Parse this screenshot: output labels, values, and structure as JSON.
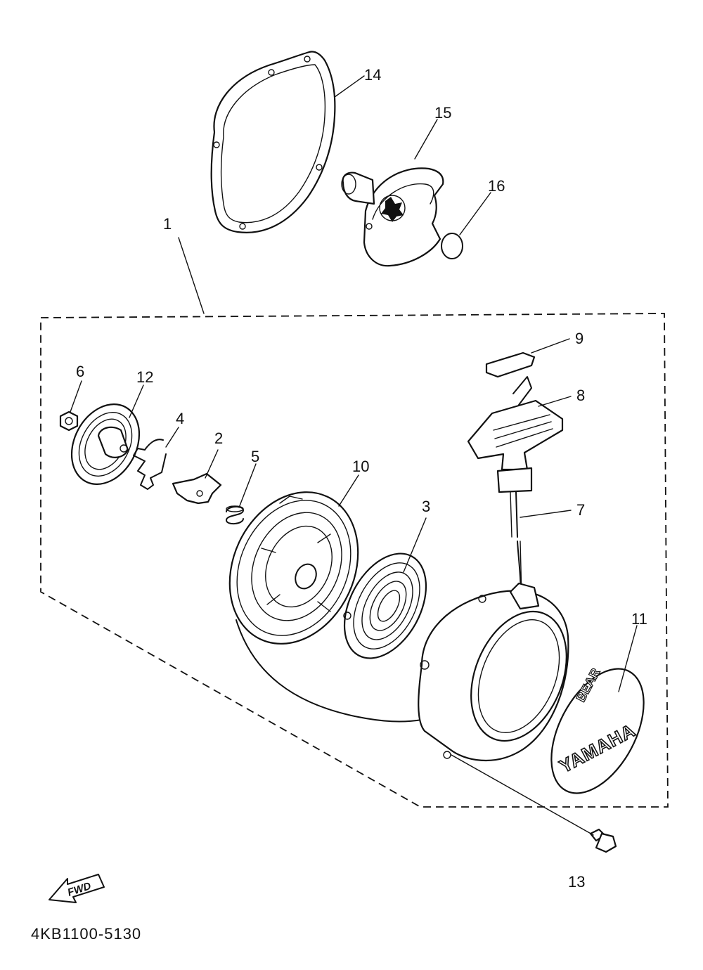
{
  "diagram": {
    "drawing_code": "4KB1100-5130",
    "direction_label": "FWD",
    "logo_text": "YAMAHA",
    "model_text": "BEAR",
    "callouts": [
      {
        "id": "1",
        "label": "1"
      },
      {
        "id": "2",
        "label": "2"
      },
      {
        "id": "3",
        "label": "3"
      },
      {
        "id": "4",
        "label": "4"
      },
      {
        "id": "5",
        "label": "5"
      },
      {
        "id": "6",
        "label": "6"
      },
      {
        "id": "7",
        "label": "7"
      },
      {
        "id": "8",
        "label": "8"
      },
      {
        "id": "9",
        "label": "9"
      },
      {
        "id": "10",
        "label": "10"
      },
      {
        "id": "11",
        "label": "11"
      },
      {
        "id": "12",
        "label": "12"
      },
      {
        "id": "13",
        "label": "13"
      },
      {
        "id": "14",
        "label": "14"
      },
      {
        "id": "15",
        "label": "15"
      },
      {
        "id": "16",
        "label": "16"
      }
    ]
  }
}
